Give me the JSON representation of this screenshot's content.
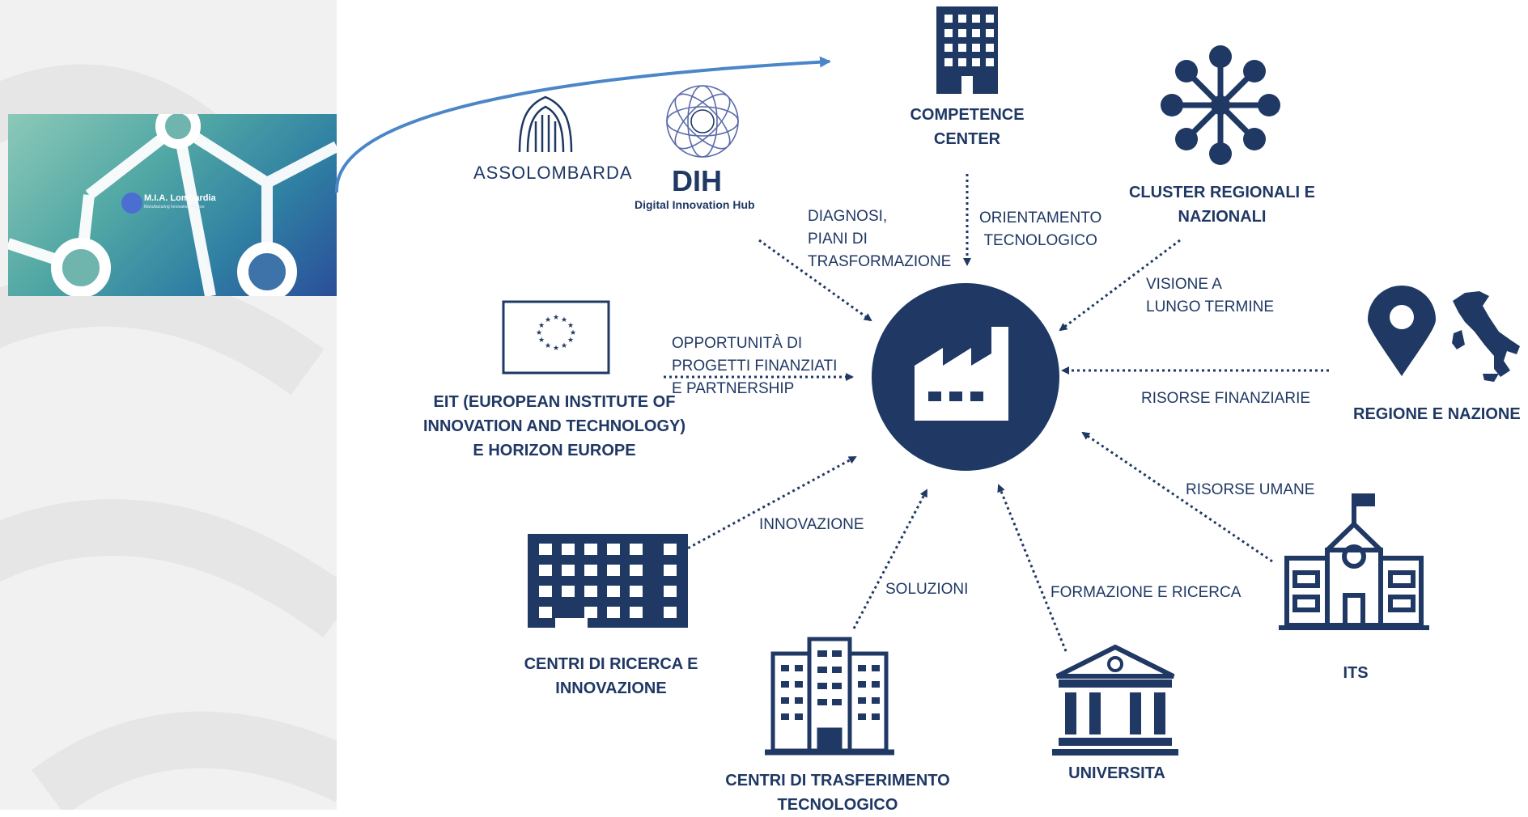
{
  "thumbnail": {
    "title": "M.I.A. Lombardia",
    "subtitle": "Manufacturing Innovation Alliance"
  },
  "logos": {
    "assolombarda": "ASSOLOMBARDA",
    "dih_short": "DIH",
    "dih_full": "Digital Innovation Hub"
  },
  "center": {
    "icon": "factory-icon"
  },
  "nodes": {
    "competence_center": "COMPETENCE\nCENTER",
    "cluster": "CLUSTER REGIONALI E\nNAZIONALI",
    "regione": "REGIONE E NAZIONE",
    "its": "ITS",
    "universita": "UNIVERSITA",
    "centri_trasferimento": "CENTRI DI TRASFERIMENTO\nTECNOLOGICO",
    "centri_ricerca": "CENTRI DI RICERCA E\nINNOVAZIONE",
    "eit": "EIT (EUROPEAN INSTITUTE OF\nINNOVATION AND TECHNOLOGY)\nE HORIZON EUROPE"
  },
  "flows": {
    "diagnosi": "DIAGNOSI,\nPIANI DI\nTRASFORMAZIONE",
    "orientamento": "ORIENTAMENTO\nTECNOLOGICO",
    "visione": "VISIONE A\nLUNGO TERMINE",
    "risorse_finanziarie": "RISORSE FINANZIARIE",
    "risorse_umane": "RISORSE UMANE",
    "formazione": "FORMAZIONE E RICERCA",
    "soluzioni": "SOLUZIONI",
    "innovazione": "INNOVAZIONE",
    "opportunita": "OPPORTUNITÀ DI\nPROGETTI FINANZIATI\nE PARTNERSHIP"
  },
  "colors": {
    "navy": "#1f3864",
    "arrow_blue": "#4a86c8"
  }
}
